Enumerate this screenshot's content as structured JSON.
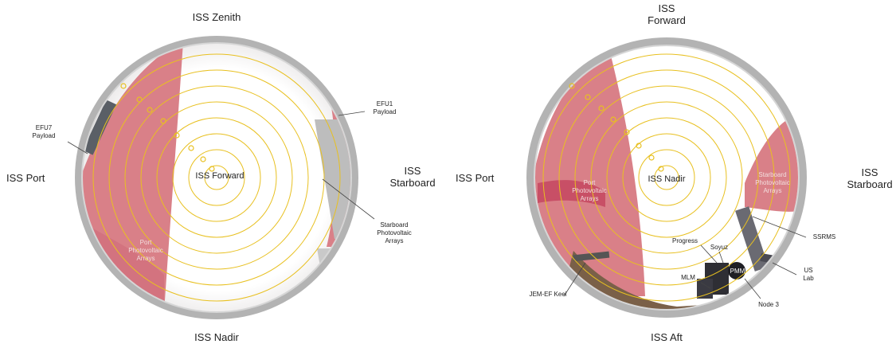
{
  "left_view": {
    "top": "ISS Zenith",
    "bottom": "ISS Nadir",
    "left": "ISS Port",
    "right": [
      "ISS",
      "Starboard"
    ],
    "center": "ISS Forward",
    "efu7": [
      "EFU7",
      "Payload"
    ],
    "efu1": [
      "EFU1",
      "Payload"
    ],
    "port_arrays": [
      "Port",
      "Photovoltaic",
      "Arrays"
    ],
    "starboard_arrays": [
      "Starboard",
      "Photovoltaic",
      "Arrays"
    ]
  },
  "right_view": {
    "top": [
      "ISS",
      "Forward"
    ],
    "bottom": "ISS Aft",
    "left": "ISS Port",
    "right": [
      "ISS",
      "Starboard"
    ],
    "center": "ISS Nadir",
    "port_arrays": [
      "Port",
      "Photovoltaic",
      "Arrays"
    ],
    "starboard_arrays": [
      "Starboard",
      "Photovoltaic",
      "Arrays"
    ],
    "ssrms": "SSRMS",
    "progress": "Progress",
    "soyuz": "Soyuz",
    "us_lab": [
      "US",
      "Lab"
    ],
    "pmm": "PMM",
    "mlm": "MLM",
    "node3": "Node 3",
    "jem": "JEM-EF Keel"
  },
  "colors": {
    "ring": "#a9a9a9",
    "array_fill": "#d97a82",
    "array_dark": "#c03a58",
    "contour": "#e8c020",
    "sky": "#ffffff"
  }
}
